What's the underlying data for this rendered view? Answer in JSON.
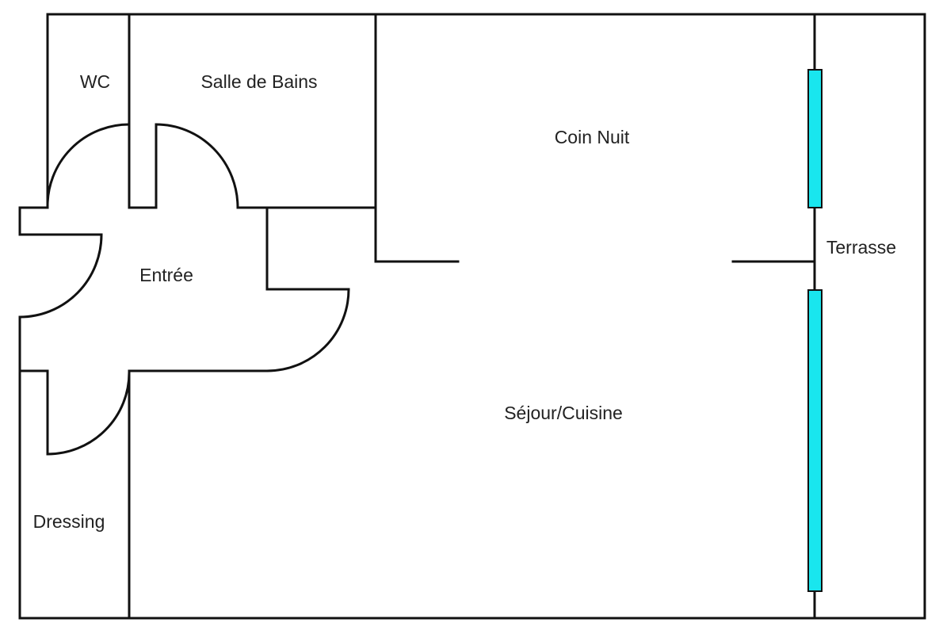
{
  "title": "Floor plan",
  "rooms": {
    "wc": "WC",
    "bathroom": "Salle de Bains",
    "sleeping": "Coin Nuit",
    "terrace": "Terrasse",
    "entrance": "Entrée",
    "living": "Séjour/Cuisine",
    "dressing": "Dressing"
  },
  "colors": {
    "window": "#19e6ee",
    "wall": "#111111"
  }
}
